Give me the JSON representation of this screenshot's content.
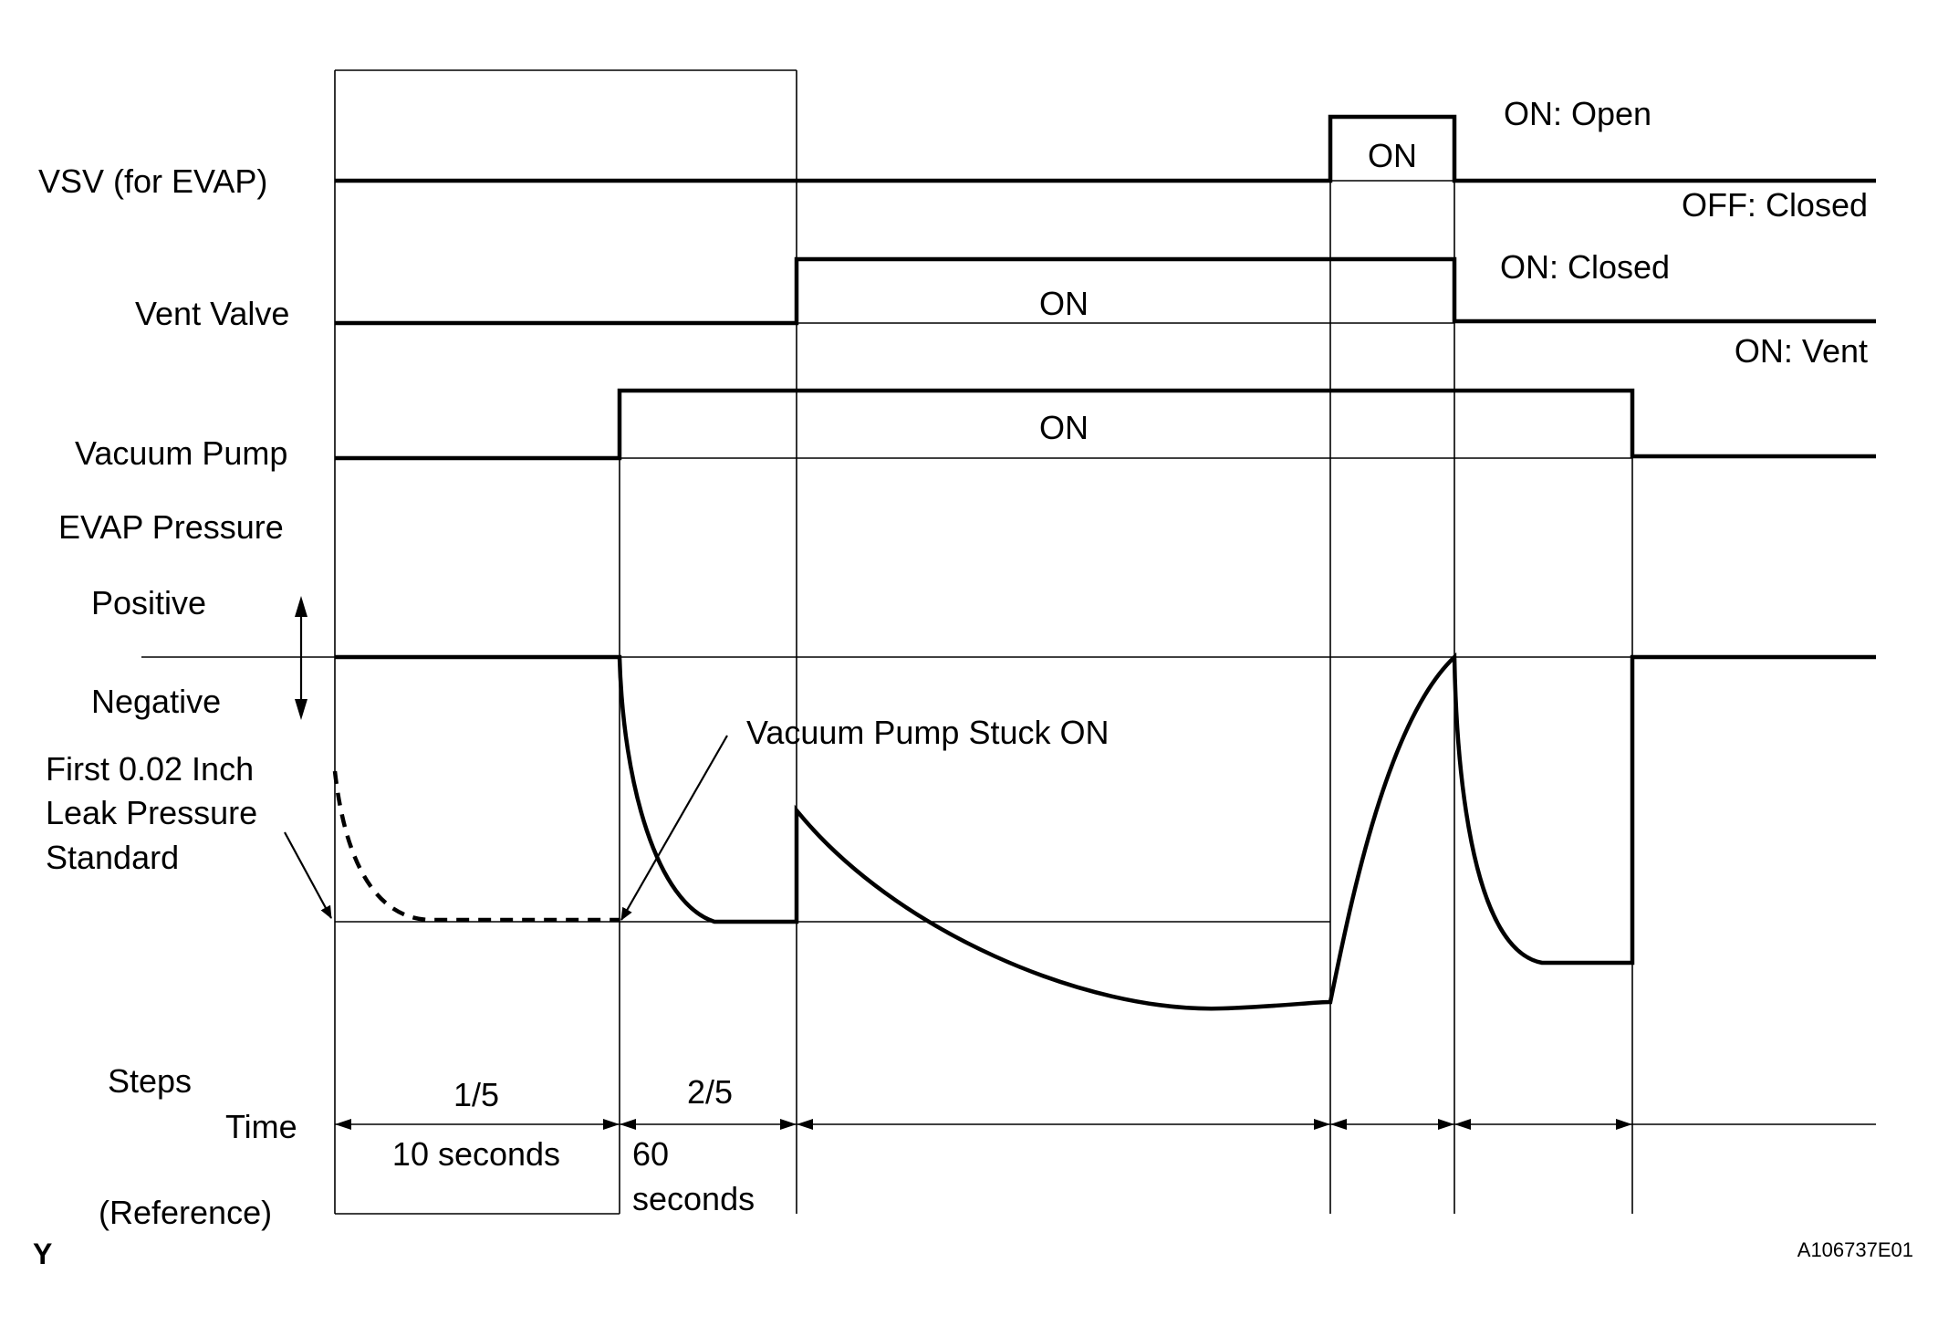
{
  "signals": {
    "vsv": {
      "label": "VSV (for EVAP)",
      "on_state": "ON: Open",
      "off_state": "OFF: Closed",
      "pulse": "ON"
    },
    "vent": {
      "label": "Vent Valve",
      "on_state": "ON: Closed",
      "off_state": "ON: Vent",
      "pulse": "ON"
    },
    "pump": {
      "label": "Vacuum Pump",
      "pulse": "ON"
    },
    "evap": {
      "label": "EVAP Pressure",
      "positive": "Positive",
      "negative": "Negative",
      "standard_line1": "First 0.02 Inch",
      "standard_line2": "Leak Pressure",
      "standard_line3": "Standard",
      "stuck": "Vacuum Pump Stuck ON"
    }
  },
  "steps": {
    "label": "Steps",
    "time_label": "Time",
    "reference_label": "(Reference)",
    "step1": "1/5",
    "step2": "2/5",
    "time1": "10 seconds",
    "time2_line1": "60",
    "time2_line2": "seconds"
  },
  "corner_mark": "Y",
  "figure_id": "A106737E01"
}
